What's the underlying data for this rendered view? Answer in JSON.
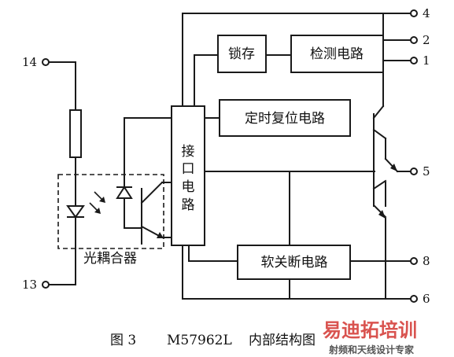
{
  "pins": {
    "p4": "4",
    "p2": "2",
    "p1": "1",
    "p5": "5",
    "p8": "8",
    "p6": "6",
    "p14": "14",
    "p13": "13"
  },
  "blocks": {
    "latch": "锁存",
    "detect": "检测电路",
    "timer_reset": "定时复位电路",
    "interface": [
      "接",
      "口",
      "电",
      "路"
    ],
    "soft_off": "软关断电路",
    "optocoupler": "光耦合器"
  },
  "caption": {
    "fig": "图 3",
    "model": "M57962L",
    "text": "内部结构图"
  },
  "watermark": {
    "main": "易迪拓培训",
    "sub": "射频和天线设计专家",
    "main_color": "#d9534f",
    "sub_color": "#555555"
  }
}
